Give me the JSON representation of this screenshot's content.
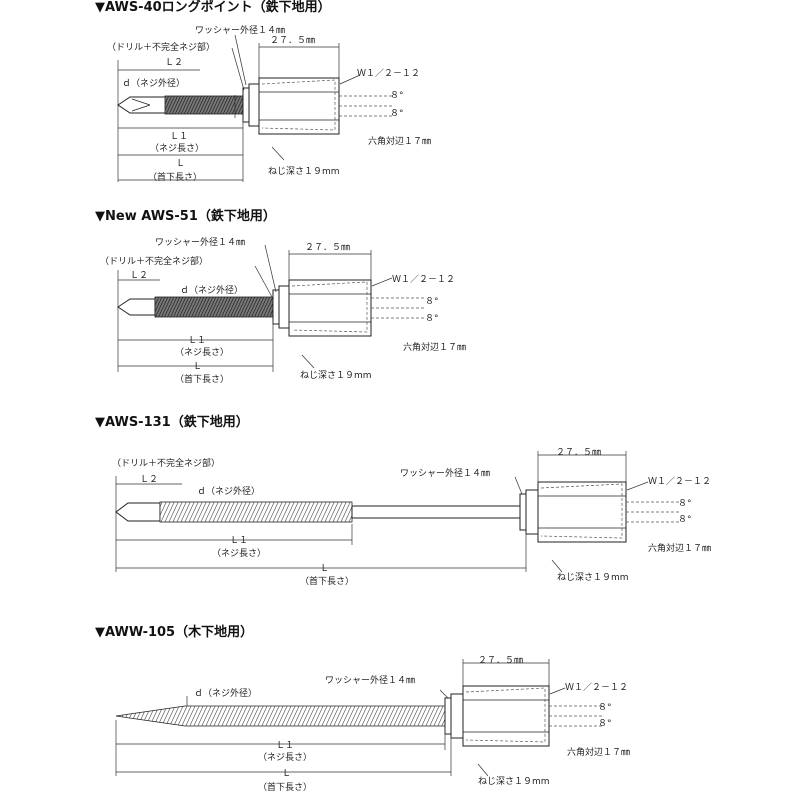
{
  "sections": [
    {
      "id": "aws40",
      "title": "▼AWS-40ロングポイント（鉄下地用）",
      "labels": {
        "washer": "ワッシャー外径１４㎜",
        "drill": "（ドリル＋不完全ネジ部）",
        "l2": "Ｌ２",
        "d": "ｄ（ネジ外径）",
        "l1": "Ｌ１",
        "thread_len": "（ネジ長さ）",
        "l": "Ｌ",
        "underhead": "（首下長さ）",
        "hex_len": "２７．５㎜",
        "w": "Ｗ１／２－１２",
        "angle1": "８°",
        "angle2": "８°",
        "hex": "六角対辺１７㎜",
        "depth": "ねじ深さ１９mm"
      }
    },
    {
      "id": "aws51",
      "title": "▼New AWS-51（鉄下地用）",
      "labels": {
        "washer": "ワッシャー外径１４㎜",
        "drill": "（ドリル＋不完全ネジ部）",
        "l2": "Ｌ２",
        "d": "ｄ（ネジ外径）",
        "l1": "Ｌ１",
        "thread_len": "（ネジ長さ）",
        "l": "Ｌ",
        "underhead": "（首下長さ）",
        "hex_len": "２７．５㎜",
        "w": "Ｗ１／２－１２",
        "angle1": "８°",
        "angle2": "８°",
        "hex": "六角対辺１７㎜",
        "depth": "ねじ深さ１９mm"
      }
    },
    {
      "id": "aws131",
      "title": "▼AWS-131（鉄下地用）",
      "labels": {
        "washer": "ワッシャー外径１４㎜",
        "drill": "（ドリル＋不完全ネジ部）",
        "l2": "Ｌ２",
        "d": "ｄ（ネジ外径）",
        "l1": "Ｌ１",
        "thread_len": "（ネジ長さ）",
        "l": "Ｌ",
        "underhead": "（首下長さ）",
        "hex_len": "２７．５㎜",
        "w": "Ｗ１／２－１２",
        "angle1": "８°",
        "angle2": "８°",
        "hex": "六角対辺１７㎜",
        "depth": "ねじ深さ１９mm"
      }
    },
    {
      "id": "aww105",
      "title": "▼AWW-105（木下地用）",
      "labels": {
        "washer": "ワッシャー外径１４㎜",
        "d": "ｄ（ネジ外径）",
        "l1": "Ｌ１",
        "thread_len": "（ネジ長さ）",
        "l": "Ｌ",
        "underhead": "（首下長さ）",
        "hex_len": "２７．５㎜",
        "w": "Ｗ１／２－１２",
        "angle1": "８°",
        "angle2": "８°",
        "hex": "六角対辺１７㎜",
        "depth": "ねじ深さ１９mm"
      }
    }
  ]
}
